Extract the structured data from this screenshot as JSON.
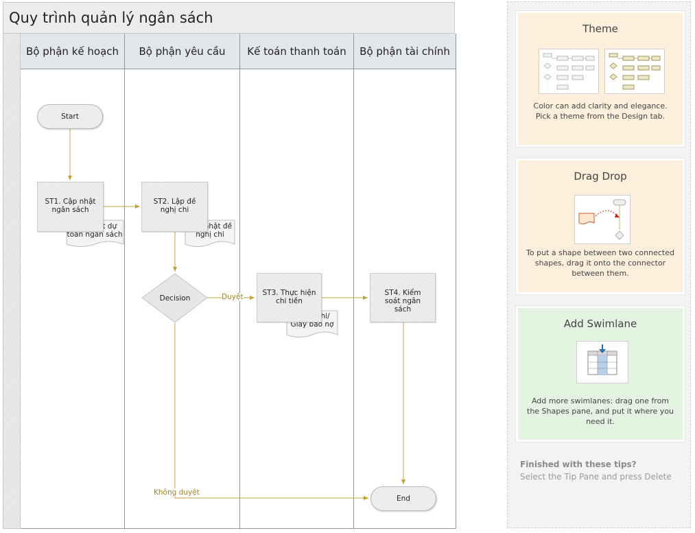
{
  "diagram": {
    "title": "Quy trình quản lý ngân sách",
    "lanes": [
      {
        "label": "Bộ phận kế hoạch"
      },
      {
        "label": "Bộ phận yêu cầu"
      },
      {
        "label": "Kế toán thanh toán"
      },
      {
        "label": "Bộ phận tài chính"
      }
    ],
    "start": "Start",
    "end": "End",
    "decision": "Decision",
    "steps": {
      "st1": "ST1. Cập nhật ngân sách",
      "st2": "ST2. Lập đề nghị chi",
      "st3": "ST3. Thực hiện chi tiền",
      "st4": "ST4. Kiểm soát ngân sách"
    },
    "documents": {
      "doc1_line1": "Cập nhật dự",
      "doc1_line2": "toán ngân sách",
      "doc2_line1": "Cập nhật đề",
      "doc2_line2": "nghị chi",
      "doc3_line1": "Phiếu chi/",
      "doc3_line2": "Giấy báo nợ"
    },
    "labels": {
      "approved": "Duyệt",
      "rejected": "Không duyệt"
    },
    "colors": {
      "connector": "#c3a233",
      "lane_border": "#8e96a0",
      "shape_fill": "#ededed"
    }
  },
  "tip_pane": {
    "cards": [
      {
        "title": "Theme",
        "text": "Color can add clarity and elegance. Pick a theme from the Design tab.",
        "bg": "#fcefdc"
      },
      {
        "title": "Drag Drop",
        "text": "To put a shape between two connected shapes, drag it onto the connector between them.",
        "bg": "#fcefdc"
      },
      {
        "title": "Add Swimlane",
        "text": "Add more swimlanes: drag one from the Shapes pane, and put it where you need it.",
        "bg": "#e3f4e0"
      }
    ],
    "footer_title": "Finished with these tips?",
    "footer_sub": "Select the Tip Pane and press Delete"
  }
}
